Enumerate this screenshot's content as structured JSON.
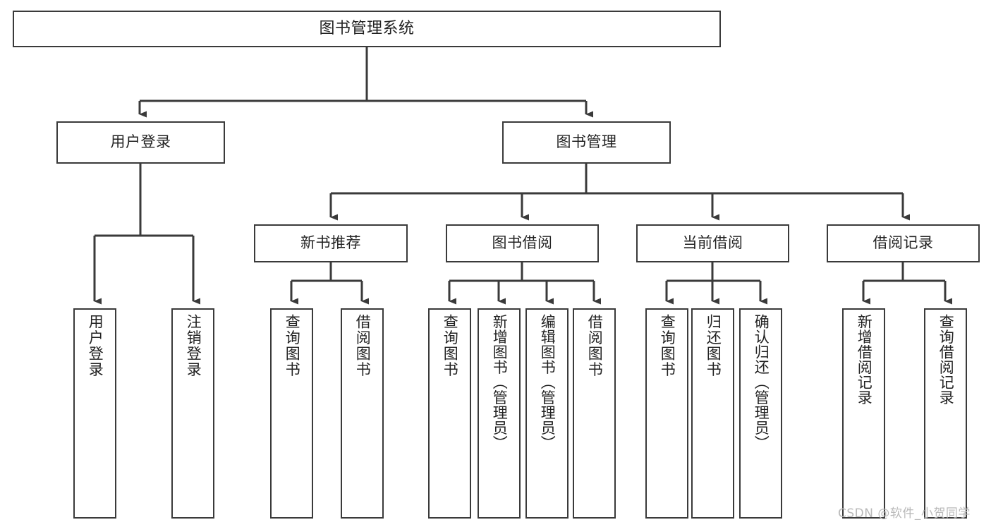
{
  "diagram": {
    "title": "图书管理系统",
    "root": {
      "label": "图书管理系统"
    },
    "level2": [
      {
        "label": "用户登录"
      },
      {
        "label": "图书管理"
      }
    ],
    "level3": [
      {
        "label": "新书推荐"
      },
      {
        "label": "图书借阅"
      },
      {
        "label": "当前借阅"
      },
      {
        "label": "借阅记录"
      }
    ],
    "leaves": {
      "user_login": [
        {
          "label": "用户登录"
        },
        {
          "label": "注销登录"
        }
      ],
      "new_book_recommend": [
        {
          "label": "查询图书"
        },
        {
          "label": "借阅图书"
        }
      ],
      "book_borrow": [
        {
          "label": "查询图书"
        },
        {
          "label": "新增图书（管理员）"
        },
        {
          "label": "编辑图书（管理员）"
        },
        {
          "label": "借阅图书"
        }
      ],
      "current_borrow": [
        {
          "label": "查询图书"
        },
        {
          "label": "归还图书"
        },
        {
          "label": "确认归还（管理员）"
        }
      ],
      "borrow_record": [
        {
          "label": "新增借阅记录"
        },
        {
          "label": "查询借阅记录"
        }
      ]
    }
  },
  "watermark": {
    "text": "CSDN @软件_小贺同学"
  },
  "colors": {
    "stroke": "#3a3a3a",
    "text": "#222222",
    "background": "#ffffff",
    "watermark": "#b9b9b9"
  }
}
